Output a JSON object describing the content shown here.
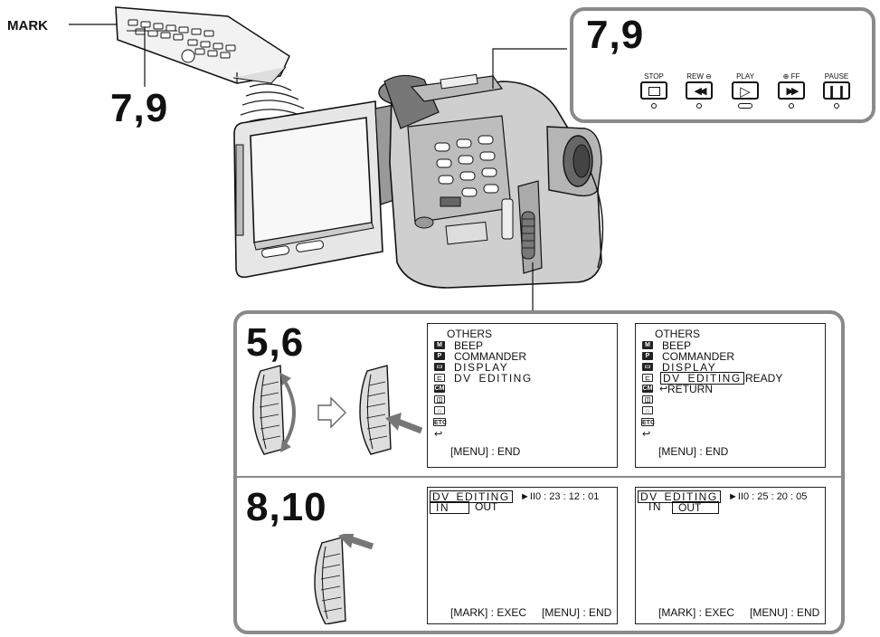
{
  "remote_label": "MARK",
  "steps": {
    "remote": "7,9",
    "transport": "7,9",
    "dial_a": "5,6",
    "dial_b": "8,10"
  },
  "transport_buttons": [
    {
      "label": "STOP",
      "glyph": "■"
    },
    {
      "label": "REW ⊖",
      "glyph": "◀◀"
    },
    {
      "label": "PLAY",
      "glyph": "▷"
    },
    {
      "label": "⊕ FF",
      "glyph": "▶▶"
    },
    {
      "label": "PAUSE",
      "glyph": "❙❙"
    }
  ],
  "screen1": {
    "title": "OTHERS",
    "items": [
      "BEEP",
      "COMMANDER",
      "DISPLAY",
      "DV EDITING"
    ],
    "footer": "[MENU] : END"
  },
  "screen2": {
    "title": "OTHERS",
    "items": [
      "BEEP",
      "COMMANDER",
      "DISPLAY"
    ],
    "selected": "DV EDITING",
    "selected_value": "READY",
    "return": "RETURN",
    "footer": "[MENU] : END"
  },
  "screen3": {
    "title": "DV EDITING",
    "timecode": "►II0 : 23 : 12 : 01",
    "in": "IN",
    "out": "OUT",
    "footer_left": "[MARK] : EXEC",
    "footer_right": "[MENU] : END"
  },
  "screen4": {
    "title": "DV EDITING",
    "timecode": "►II0 : 25 : 20 : 05",
    "in": "IN",
    "out": "OUT",
    "footer_left": "[MARK] : EXEC",
    "footer_right": "[MENU] : END"
  },
  "menu_icons": [
    "M",
    "P",
    "▭",
    "⊏",
    "CM",
    "◫",
    "⌂",
    "ETC",
    "↩"
  ]
}
